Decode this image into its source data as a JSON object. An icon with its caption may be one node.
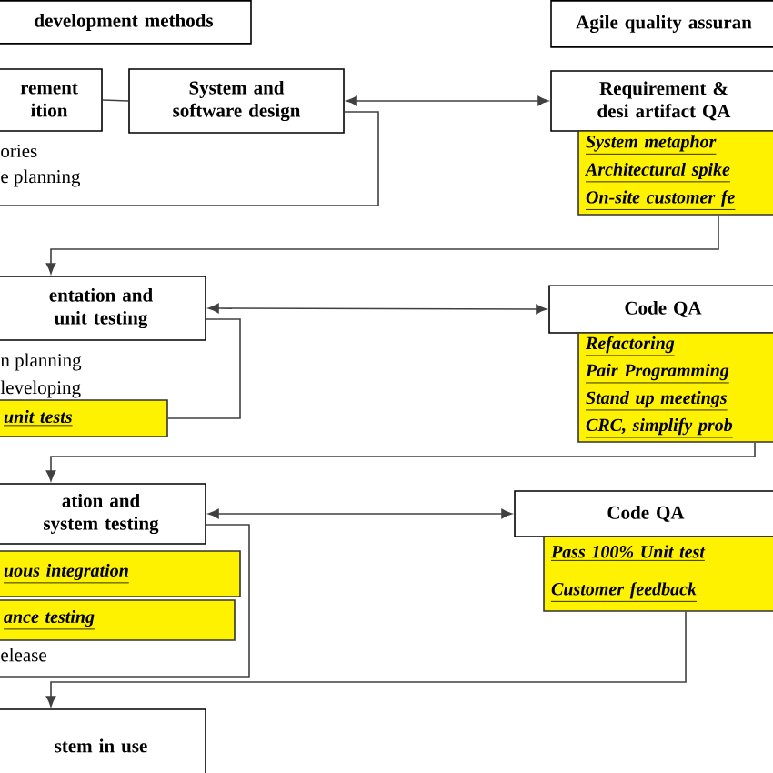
{
  "diagram": {
    "nodes": [
      {
        "text": [
          "development methods"
        ]
      },
      {
        "text": [
          "Agile quality assuran"
        ]
      },
      {
        "text": [
          "rement ition"
        ]
      },
      {
        "text": [
          "System and software design"
        ]
      },
      {
        "text": [
          "Requirement & desi artifact QA"
        ]
      },
      {
        "text": [
          "System metaphor",
          "Architectural spike",
          "On-site customer fe"
        ]
      },
      {
        "text": [
          "entation and unit testing"
        ]
      },
      {
        "text": [
          "unit tests"
        ]
      },
      {
        "text": [
          "Code QA"
        ]
      },
      {
        "text": [
          "Refactoring",
          "Pair Programming",
          "Stand up meetings",
          "CRC, simplify prob"
        ]
      },
      {
        "text": [
          "ation and system testing"
        ]
      },
      {
        "text": [
          "uous integration"
        ]
      },
      {
        "text": [
          "ance testing"
        ]
      },
      {
        "text": [
          "Code QA"
        ]
      },
      {
        "text": [
          "Pass 100% Unit test",
          "Customer feedback"
        ]
      },
      {
        "text": [
          "stem in use"
        ]
      }
    ],
    "edges": [
      {
        "from": 2,
        "to": 3,
        "arrow": "none"
      },
      {
        "from": 3,
        "to": 4,
        "arrow": "both"
      },
      {
        "from": null,
        "to": 3,
        "arrow": "none"
      },
      {
        "from": 5,
        "to": 6,
        "arrow": "to"
      },
      {
        "from": 6,
        "to": 8,
        "arrow": "both"
      },
      {
        "from": 7,
        "to": 6,
        "arrow": "none"
      },
      {
        "from": 9,
        "to": 10,
        "arrow": "to"
      },
      {
        "from": 10,
        "to": 13,
        "arrow": "both"
      },
      {
        "from": null,
        "to": 10,
        "arrow": "none"
      },
      {
        "from": 14,
        "to": 15,
        "arrow": "to"
      }
    ],
    "labels": [
      "ories",
      "e planning",
      "n planning",
      "leveloping",
      "elease"
    ]
  }
}
